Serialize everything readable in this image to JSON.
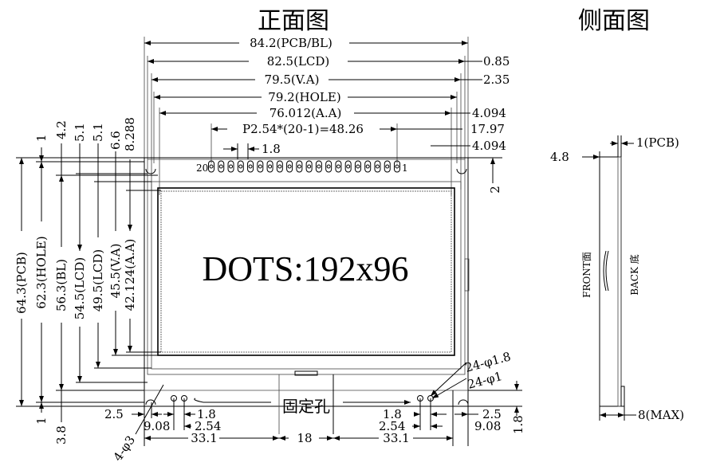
{
  "titles": {
    "front": "正面图",
    "side": "侧面图"
  },
  "screen_text": "DOTS:192x96",
  "top_dims": {
    "pcb_bl": "84.2(PCB/BL)",
    "lcd": "82.5(LCD)",
    "va": "79.5(V.A)",
    "hole": "79.2(HOLE)",
    "aa": "76.012(A.A)",
    "pitch": "P2.54*(20-1)=48.26",
    "pin_w": "1.8",
    "r1": "0.85",
    "r2": "2.35",
    "r3": "4.094",
    "r4": "17.97",
    "r5": "4.094",
    "r6": "2"
  },
  "pins": {
    "first": "20",
    "last": "1",
    "count": 20
  },
  "left_dims": {
    "pcb": "64.3(PCB)",
    "hole": "62.3(HOLE)",
    "bl": "56.3(BL)",
    "lcd1": "54.5(LCD)",
    "lcd2": "49.5(LCD)",
    "va": "45.5(V.A)",
    "aa": "42.124(A.A)",
    "top_offsets": [
      "1",
      "4.2",
      "5.1",
      "5.1",
      "6.6",
      "8.288"
    ],
    "bottom_offsets": [
      "1",
      "3.8"
    ]
  },
  "bottom_dims": {
    "hole_dia": "4-φ3",
    "l_2_5": "2.5",
    "l_1_8": "1.8",
    "l_9_08": "9.08",
    "l_2_54": "2.54",
    "l_33_1": "33.1",
    "mid_18": "18",
    "fix_hole": "固定孔",
    "r_1_8": "1.8",
    "r_2_5": "2.5",
    "r_2_54": "2.54",
    "r_9_08": "9.08",
    "r_33_1": "33.1",
    "pad1": "24-φ1.8",
    "pad2": "24-φ1",
    "right_1_8": "1.8"
  },
  "side": {
    "thick": "4.8",
    "pcb": "1(PCB)",
    "max": "8(MAX)",
    "front": "FRONT面",
    "back": "BACK 底"
  }
}
